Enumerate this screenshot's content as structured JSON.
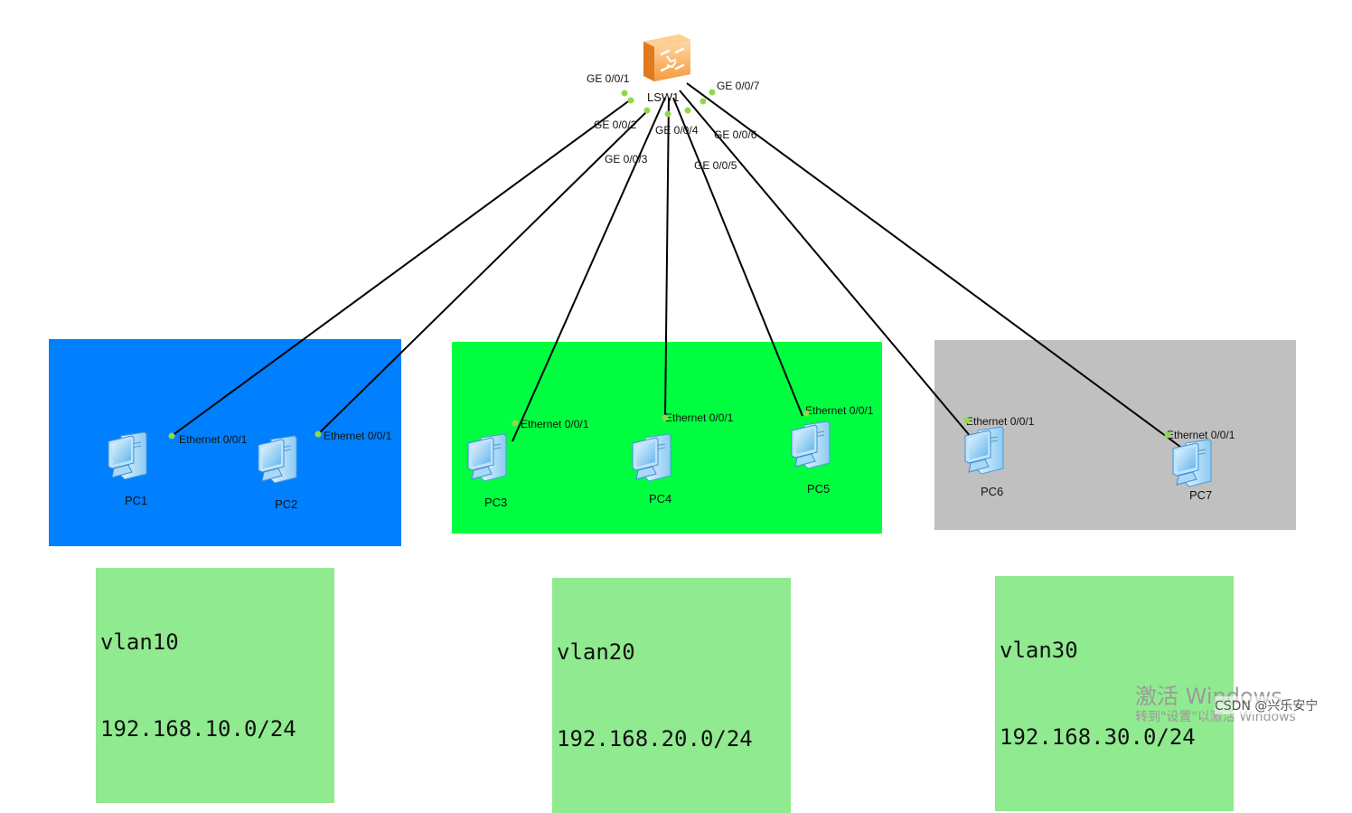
{
  "switch": {
    "name": "LSW1",
    "icon": "switch-icon"
  },
  "ports": [
    {
      "id": "p1",
      "label": "GE 0/0/1"
    },
    {
      "id": "p2",
      "label": "GE 0/0/2"
    },
    {
      "id": "p3",
      "label": "GE 0/0/3"
    },
    {
      "id": "p4",
      "label": "GE 0/0/4"
    },
    {
      "id": "p5",
      "label": "GE 0/0/5"
    },
    {
      "id": "p6",
      "label": "GE 0/0/6"
    },
    {
      "id": "p7",
      "label": "GE 0/0/7"
    }
  ],
  "pcs": [
    {
      "name": "PC1",
      "port": "Ethernet 0/0/1"
    },
    {
      "name": "PC2",
      "port": "Ethernet 0/0/1"
    },
    {
      "name": "PC3",
      "port": "Ethernet 0/0/1"
    },
    {
      "name": "PC4",
      "port": "Ethernet 0/0/1"
    },
    {
      "name": "PC5",
      "port": "Ethernet 0/0/1"
    },
    {
      "name": "PC6",
      "port": "Ethernet 0/0/1"
    },
    {
      "name": "PC7",
      "port": "Ethernet 0/0/1"
    }
  ],
  "vlans": [
    {
      "name": "vlan10",
      "subnet": "192.168.10.0/24",
      "color": "#0080ff"
    },
    {
      "name": "vlan20",
      "subnet": "192.168.20.0/24",
      "color": "#00ff40"
    },
    {
      "name": "vlan30",
      "subnet": "192.168.30.0/24",
      "color": "#c0c0c0"
    }
  ],
  "label_color": "#90ea8f",
  "link_dot_color": "#8fd94a",
  "watermark": {
    "activate": "激活 Windows",
    "activate_sub": "转到\"设置\"以激活 Windows",
    "csdn": "CSDN @兴乐安宁"
  }
}
